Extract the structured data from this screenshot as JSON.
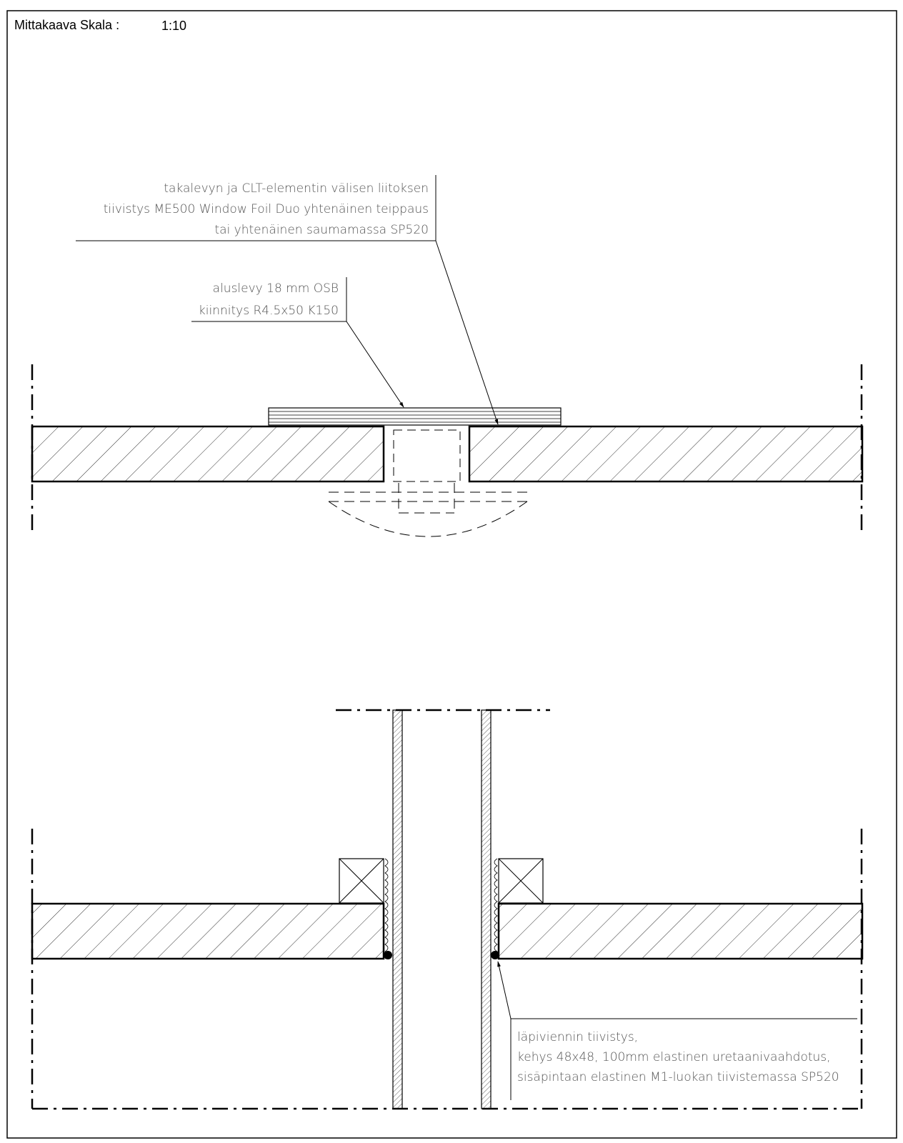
{
  "header": {
    "scale_label": "Mittakaava Skala :",
    "scale_value": "1:10"
  },
  "notes": {
    "tape": {
      "lines": [
        "takalevyn ja CLT-elementin välisen liitoksen",
        "tiivistys ME500 Window Foil Duo yhtenäinen teippaus",
        "tai yhtenäinen saumamassa SP520"
      ]
    },
    "osb": {
      "lines": [
        "aluslevy 18 mm OSB",
        "kiinnitys R4.5x50 K150"
      ]
    },
    "seal": {
      "lines": [
        "läpiviennin tiivistys,",
        "kehys 48x48, 100mm elastinen uretaanivaahdotus,",
        "sisäpintaan elastinen M1-luokan tiivistemassa SP520"
      ]
    }
  },
  "colors": {
    "line": "#000000",
    "note_text": "#555555",
    "hatch": "#333333"
  }
}
